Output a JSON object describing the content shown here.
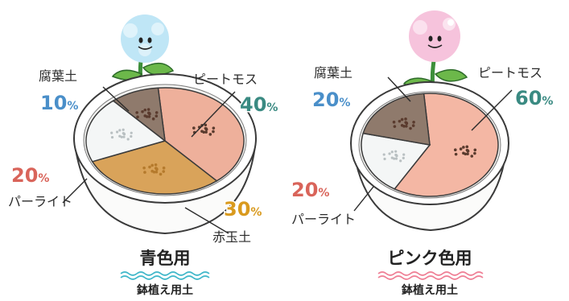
{
  "chart_data": [
    {
      "type": "pie",
      "title": "青色用",
      "subtitle": "鉢植え用土",
      "accent": "#3fb7c9",
      "slices": [
        {
          "label": "ピートモス",
          "value": 40,
          "unit": "%",
          "color": "#eeb09b",
          "label_color": "#3a8a82"
        },
        {
          "label": "赤玉土",
          "value": 30,
          "unit": "%",
          "color": "#d9a35a",
          "label_color": "#d99a1e"
        },
        {
          "label": "パーライト",
          "value": 20,
          "unit": "%",
          "color": "#f4f6f6",
          "label_color": "#d9645a"
        },
        {
          "label": "腐葉土",
          "value": 10,
          "unit": "%",
          "color": "#8f7a6c",
          "label_color": "#4a8fc9"
        }
      ]
    },
    {
      "type": "pie",
      "title": "ピンク色用",
      "subtitle": "鉢植え用土",
      "accent": "#ef7f95",
      "slices": [
        {
          "label": "ピートモス",
          "value": 60,
          "unit": "%",
          "color": "#f4b7a4",
          "label_color": "#3a8a82"
        },
        {
          "label": "パーライト",
          "value": 20,
          "unit": "%",
          "color": "#f4f6f6",
          "label_color": "#d9645a"
        },
        {
          "label": "腐葉土",
          "value": 20,
          "unit": "%",
          "color": "#8f7a6c",
          "label_color": "#4a8fc9"
        }
      ]
    }
  ],
  "flowers": [
    "#bfe6f6",
    "#f6c3dc"
  ]
}
